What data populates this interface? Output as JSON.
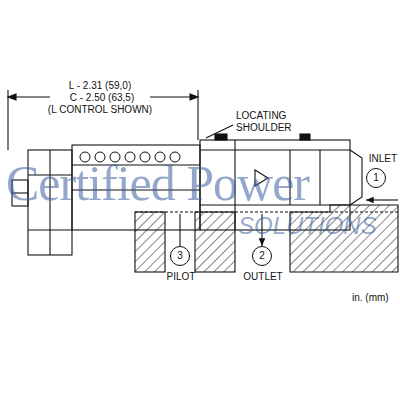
{
  "diagram": {
    "nodes": [
      {
        "text": [
          "1",
          "INLET"
        ]
      },
      {
        "text": [
          "3",
          "PILOT"
        ]
      },
      {
        "text": [
          "2",
          "OUTLET"
        ]
      }
    ],
    "labels": [
      "L - 2.31 (59,0)",
      "C - 2.50 (63,5)",
      "(L CONTROL SHOWN)",
      "LOCATING SHOULDER",
      "in. (mm)",
      "Certified Power",
      "SOLUTIONS"
    ]
  }
}
